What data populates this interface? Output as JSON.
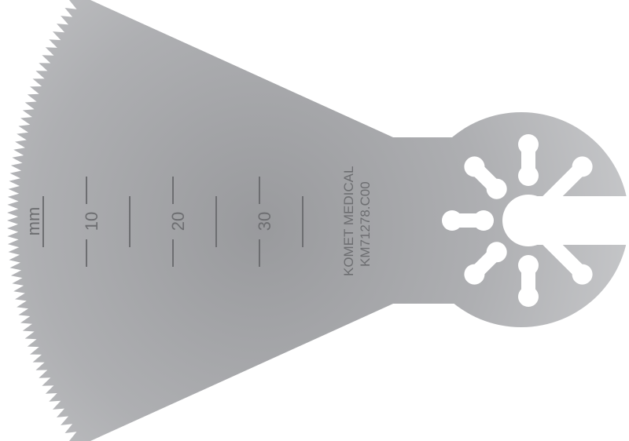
{
  "product": {
    "brand": "KOMET MEDICAL",
    "model": "KM71278.C00"
  },
  "ruler": {
    "unit": "mm",
    "labels": [
      "10",
      "20",
      "30"
    ]
  },
  "colors": {
    "blade_light": "#c8c9cb",
    "blade_dark": "#9a9b9e",
    "engraving": "#6d6e71",
    "background": "#ffffff"
  }
}
